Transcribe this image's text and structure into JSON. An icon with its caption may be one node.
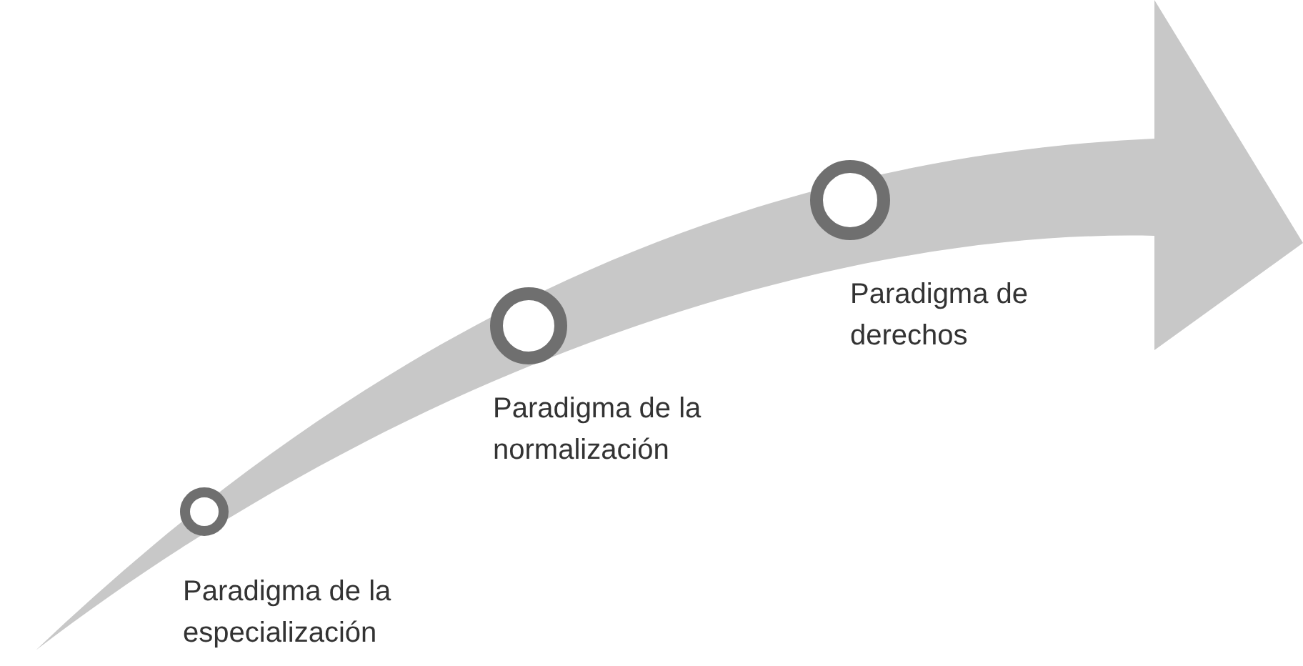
{
  "diagram": {
    "nodes": [
      {
        "text": [],
        "shape": "circle",
        "beside": [
          "Paradigma de la especialización"
        ]
      },
      {
        "text": [],
        "shape": "circle",
        "beside": [
          "Paradigma de la normalización"
        ]
      },
      {
        "text": [],
        "shape": "circle",
        "beside": [
          "Paradigma de derechos"
        ]
      }
    ]
  }
}
